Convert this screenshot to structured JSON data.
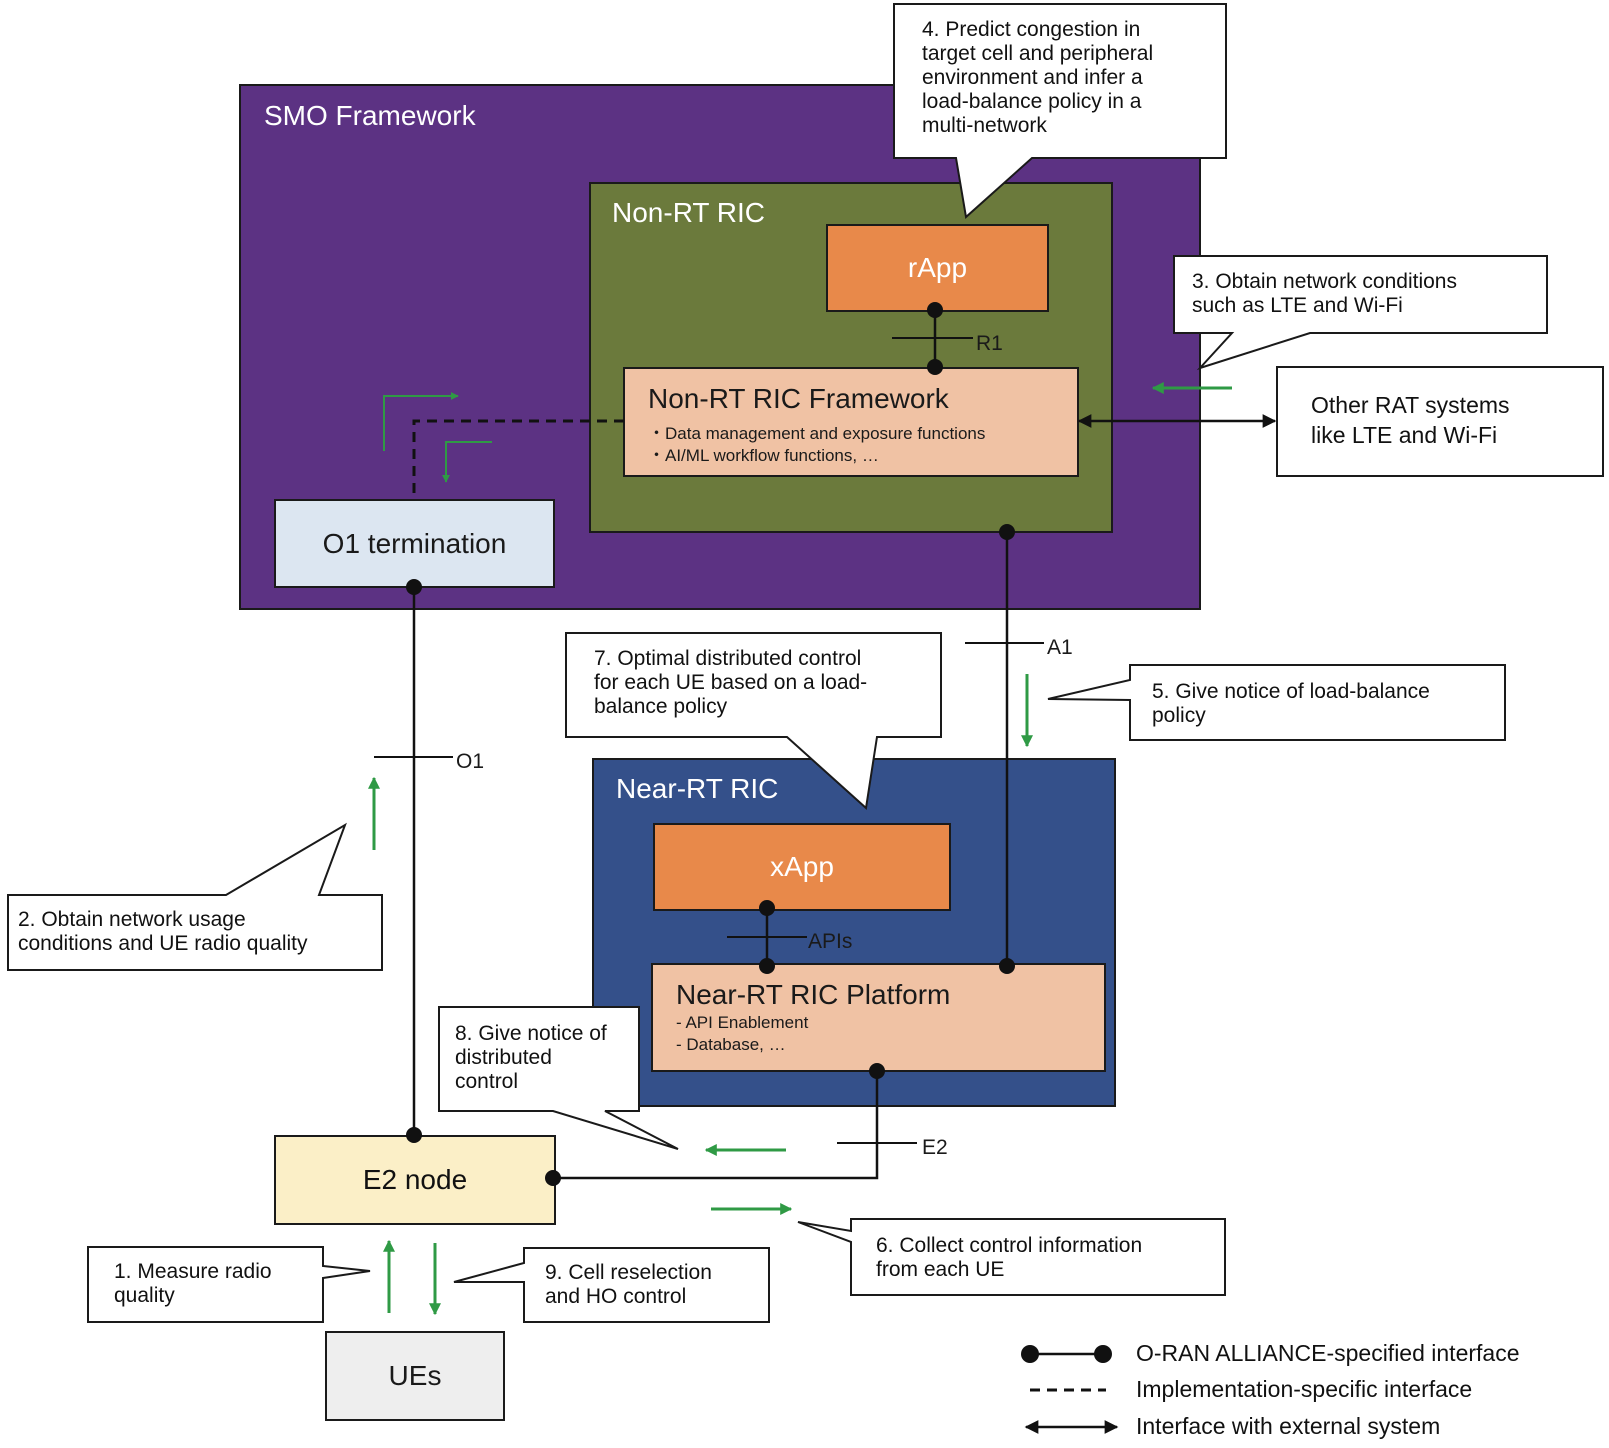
{
  "smo": {
    "title": "SMO Framework"
  },
  "non_rt_ric": {
    "title": "Non-RT RIC",
    "rapp": "rApp",
    "framework_title": "Non-RT RIC Framework",
    "framework_items": [
      "・Data management and exposure functions",
      "・AI/ML workflow functions, …"
    ]
  },
  "o1_termination": "O1 termination",
  "near_rt_ric": {
    "title": "Near-RT RIC",
    "xapp": "xApp",
    "platform_title": "Near-RT RIC Platform",
    "platform_items": [
      "- API Enablement",
      "- Database, …"
    ]
  },
  "e2_node": "E2 node",
  "ues": "UEs",
  "other_rat": {
    "lines": [
      "Other RAT systems",
      "like LTE and Wi-Fi"
    ]
  },
  "interfaces": {
    "r1": "R1",
    "a1": "A1",
    "o1": "O1",
    "apis": "APIs",
    "e2": "E2"
  },
  "callouts": {
    "c1": [
      "1. Measure radio",
      "quality"
    ],
    "c2": [
      "2. Obtain network usage",
      "conditions and UE radio quality"
    ],
    "c3": [
      "3. Obtain network conditions",
      "such as LTE and Wi-Fi"
    ],
    "c4": [
      "4. Predict congestion in",
      "target cell and peripheral",
      "environment and infer a",
      "load-balance policy in a",
      "multi-network"
    ],
    "c5": [
      "5. Give notice of load-balance",
      "policy"
    ],
    "c6": [
      "6. Collect control information",
      "from each UE"
    ],
    "c7": [
      "7. Optimal distributed control",
      "for each UE based on a load-",
      "balance policy"
    ],
    "c8": [
      "8. Give notice of",
      "distributed",
      "control"
    ],
    "c9": [
      "9. Cell reselection",
      "and HO control"
    ]
  },
  "legend": [
    "O-RAN ALLIANCE-specified interface",
    "Implementation-specific interface",
    "Interface with external system"
  ],
  "colors": {
    "smo": "#5c3283",
    "non_rt_ric": "#6b7a3c",
    "near_rt_ric": "#34508a",
    "app": "#e8894a",
    "framework": "#f0c2a4",
    "o1_termination": "#dce6f1",
    "e2_node": "#fbefc7",
    "ues": "#eeeeee",
    "flow_arrow": "#2f9a45"
  }
}
